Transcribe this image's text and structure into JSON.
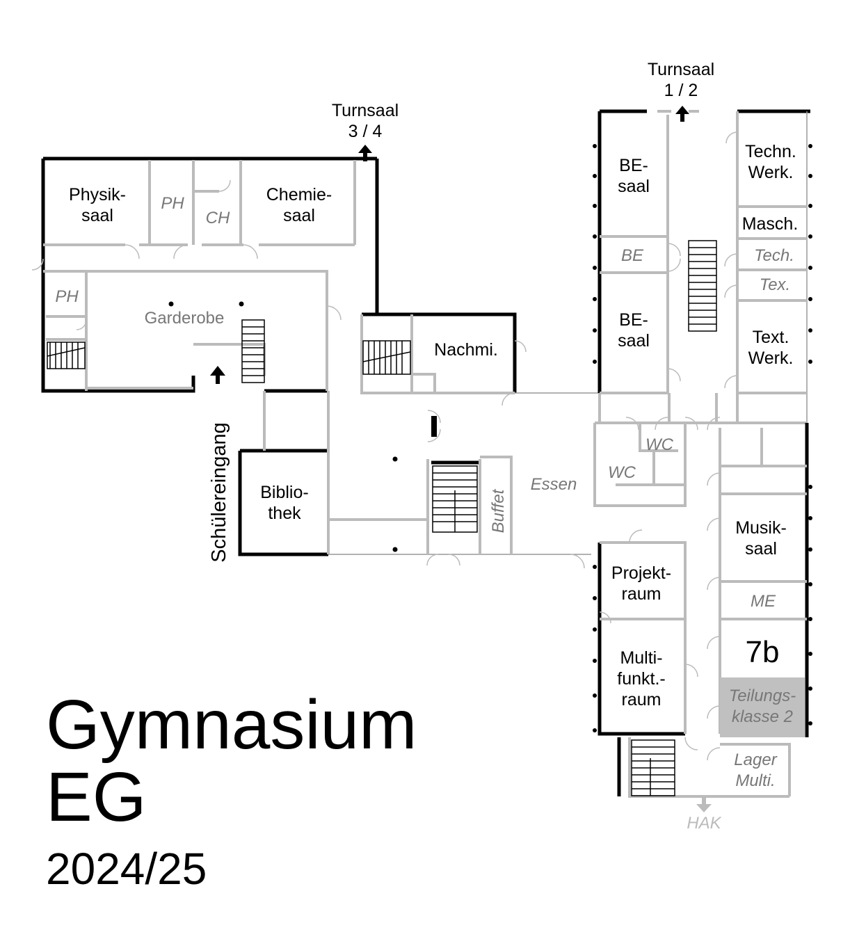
{
  "title": {
    "school": "Gymnasium",
    "floor": "EG",
    "year": "2024/25"
  },
  "rooms": {
    "physik": [
      "Physik-",
      "saal"
    ],
    "ph_top": "PH",
    "ch": "CH",
    "chemie": [
      "Chemie-",
      "saal"
    ],
    "ph_left": "PH",
    "garderobe": "Garderobe",
    "schuelereingang": "Schülereingang",
    "bibliothek": [
      "Biblio-",
      "thek"
    ],
    "nachmi": "Nachmi.",
    "essen": "Essen",
    "buffet": "Buffet",
    "be_top": [
      "BE-",
      "saal"
    ],
    "be_small": "BE",
    "be_bottom": [
      "BE-",
      "saal"
    ],
    "techn_werk": [
      "Techn.",
      "Werk."
    ],
    "masch": "Masch.",
    "tech": "Tech.",
    "tex": "Tex.",
    "text_werk": [
      "Text.",
      "Werk."
    ],
    "wc_top": "WC",
    "wc_bottom": "WC",
    "musiksaal": [
      "Musik-",
      "saal"
    ],
    "me": "ME",
    "projektraum": [
      "Projekt-",
      "raum"
    ],
    "multifunkt": [
      "Multi-",
      "funkt.-",
      "raum"
    ],
    "klasse_7b": "7b",
    "teilungsklasse": [
      "Teilungs-",
      "klasse 2"
    ],
    "lager_multi": [
      "Lager",
      "Multi."
    ],
    "hak": "HAK"
  },
  "exits": {
    "turnsaal_34": [
      "Turnsaal",
      "3 / 4"
    ],
    "turnsaal_12": [
      "Turnsaal",
      "1 / 2"
    ]
  },
  "colors": {
    "wall_exterior": "#000000",
    "wall_interior": "#bbbbbb",
    "label_muted": "#777777",
    "highlight_room": "#c0c0c0"
  }
}
